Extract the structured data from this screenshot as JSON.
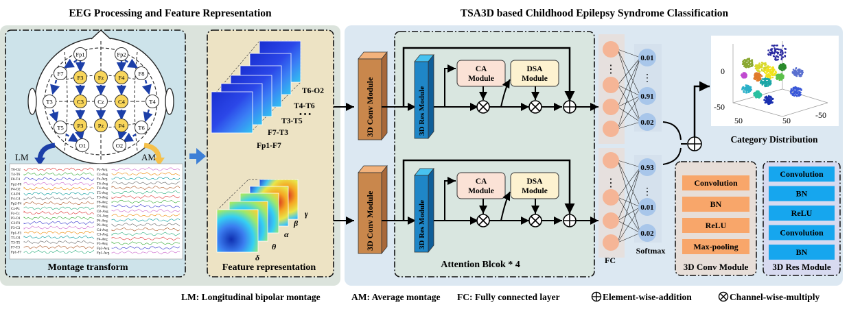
{
  "left_panel": {
    "title": "EEG Processing and Feature Representation",
    "montage_box": {
      "caption": "Montage transform",
      "lm_label": "LM",
      "am_label": "AM",
      "electrodes": [
        "Fp1",
        "Fp2",
        "F7",
        "F3",
        "Fz",
        "F4",
        "F8",
        "T3",
        "C3",
        "Cz",
        "C4",
        "T4",
        "T5",
        "P3",
        "Pz",
        "P4",
        "T6",
        "O1",
        "O2"
      ],
      "lm_channels": [
        "T6-O2",
        "T4-T6",
        "F8-T4",
        "Fp2-F8",
        "P4-O2",
        "C4-P4",
        "F4-C4",
        "Fp2-F4",
        "Cz-Pz",
        "Fz-Cz",
        "P3-O1",
        "C3-P3",
        "F3-C3",
        "Fp1-F3",
        "T5-O1",
        "T3-T5",
        "F7-T3",
        "Fp1-F7"
      ],
      "am_channels": [
        "Pz-Avg",
        "Cz-Avg",
        "Fz-Avg",
        "T6-Avg",
        "T4-Avg",
        "T5-Avg",
        "T3-Avg",
        "F8-Avg",
        "F7-Avg",
        "O2-Avg",
        "O1-Avg",
        "P4-Avg",
        "P3-Avg",
        "C4-Avg",
        "C3-Avg",
        "F4-Avg",
        "F3-Avg",
        "Fp2-Avg",
        "Fp1-Avg"
      ]
    },
    "feature_box": {
      "caption": "Feature representation",
      "spectrogram_labels": [
        "T6-O2",
        "T4-T6",
        "• • •",
        "T3-T5",
        "F7-T3",
        "Fp1-F7"
      ],
      "band_labels": [
        "δ",
        "θ",
        "α",
        "β",
        "γ"
      ]
    }
  },
  "right_panel": {
    "title": "TSA3D based Childhood Epilepsy Syndrome Classification",
    "conv_module_label": "3D Conv Module",
    "res_module_label": "3D Res Module",
    "ca_label": [
      "CA",
      "Module"
    ],
    "dsa_label": [
      "DSA",
      "Module"
    ],
    "attention_caption": "Attention Blcok * 4",
    "fc_label": "FC",
    "softmax_label": "Softmax",
    "top_outputs": [
      "0.01",
      "0.91",
      "0.02"
    ],
    "bottom_outputs": [
      "0.93",
      "0.01",
      "0.02"
    ],
    "category_caption": "Category Distribution",
    "scatter_ticks": [
      "0",
      "-50",
      "50",
      "50",
      "-50"
    ],
    "conv_legend": {
      "caption": "3D Conv Module",
      "layers": [
        "Convolution",
        "BN",
        "ReLU",
        "Max-pooling"
      ]
    },
    "res_legend": {
      "caption": "3D Res Module",
      "layers": [
        "Convolution",
        "BN",
        "ReLU",
        "Convolution",
        "BN"
      ]
    }
  },
  "footer": {
    "lm": "LM: Longitudinal bipolar montage",
    "am": "AM: Average montage",
    "fc": "FC: Fully connected layer",
    "add": "Element-wise-addition",
    "mul": "Channel-wise-multiply"
  },
  "colors": {
    "left_bg": "#dbe3dc",
    "right_bg": "#dce8f2",
    "montage_bg": "#cde3ea",
    "feature_bg": "#ede3c4",
    "conv": "#c9874c",
    "conv_light": "#f2b27c",
    "res": "#1f86c7",
    "res_light": "#48c2f0",
    "ca_box": "#fbe2d6",
    "dsa_box": "#fdf2d0",
    "fc_node": "#f5b596",
    "softmax_node": "#a8c6ea",
    "electrode_yellow": "#f9d65b"
  }
}
